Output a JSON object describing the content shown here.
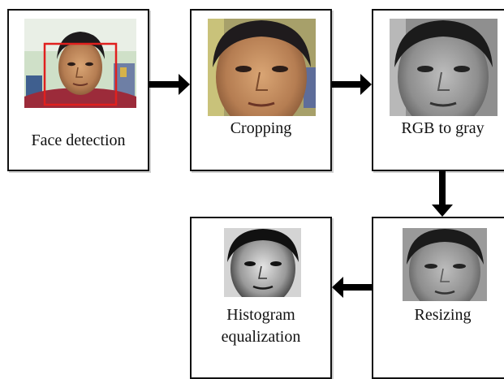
{
  "steps": {
    "face_detection": "Face detection",
    "cropping": "Cropping",
    "rgb_to_gray": "RGB to gray",
    "resizing": "Resizing",
    "histogram_line1": "Histogram",
    "histogram_line2": "equalization"
  },
  "colors": {
    "detection_box": "#e0201e",
    "arrow": "#000000"
  }
}
